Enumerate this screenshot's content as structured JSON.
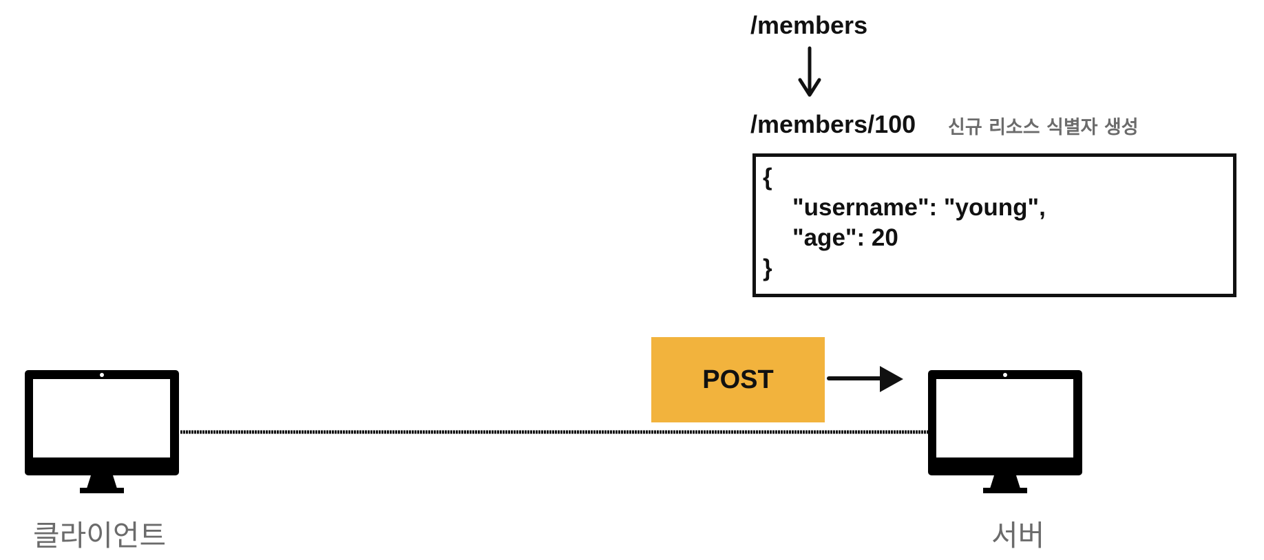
{
  "resource_path": "/members",
  "created_path": "/members/100",
  "created_note": "신규 리소스 식별자 생성",
  "json_body": {
    "open": "{",
    "line_username": "\"username\": \"young\",",
    "line_age": "\"age\": 20",
    "close": "}"
  },
  "method": "POST",
  "method_color": "#F2B33D",
  "client_label": "클라이언트",
  "server_label": "서버",
  "icons": {
    "client": "desktop-monitor-icon",
    "server": "desktop-monitor-icon",
    "request_arrow": "arrow-right-icon",
    "down_arrow": "arrow-down-icon"
  }
}
